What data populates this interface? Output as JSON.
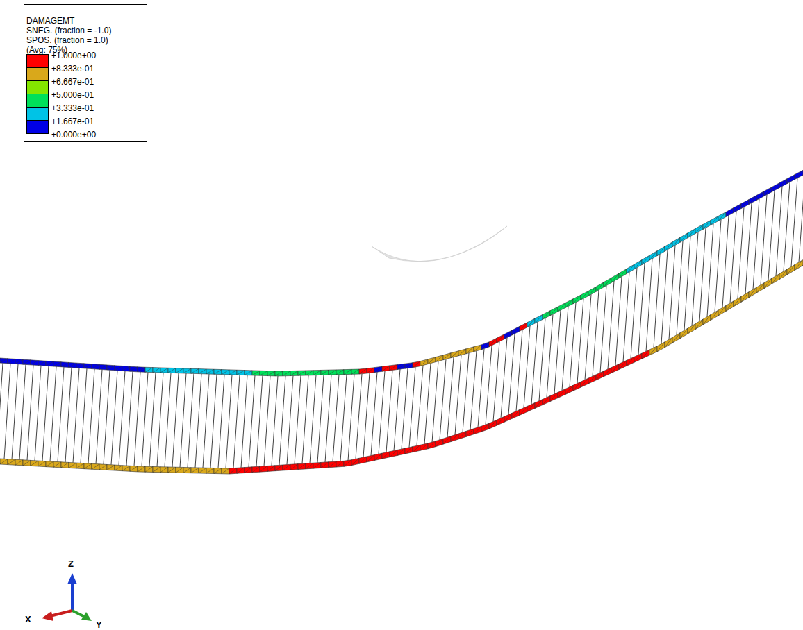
{
  "diagram": {
    "labels": [
      "DAMAGEMT",
      "SNEG. (fraction = -1.0)",
      "SPOS. (fraction = 1.0)",
      "(Avg: 75%)",
      "+0.000e+00",
      "Z",
      "X",
      "Y"
    ],
    "legend": [
      {
        "text": "+1.000e+00",
        "color": "#ff0000"
      },
      {
        "text": "+8.333e-01",
        "color": "#d9a81b"
      },
      {
        "text": "+6.667e-01",
        "color": "#84e600"
      },
      {
        "text": "+5.000e-01",
        "color": "#00e05a"
      },
      {
        "text": "+3.333e-01",
        "color": "#00c3e6"
      },
      {
        "text": "+1.667e-01",
        "color": "#0000e6"
      }
    ]
  }
}
